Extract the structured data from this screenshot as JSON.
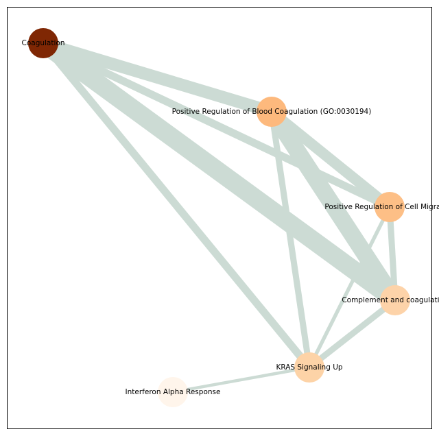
{
  "graph": {
    "edge_color": "#ccdbd4",
    "nodes": [
      {
        "id": "coagulation",
        "label": "Coagulation",
        "color": "#7f2704"
      },
      {
        "id": "pos-reg-blood-coag",
        "label": "Positive Regulation of Blood Coagulation (GO:0030194)",
        "color": "#fdb97d"
      },
      {
        "id": "pos-reg-cell-migration",
        "label": "Positive Regulation of Cell Migration",
        "color": "#fdbf86"
      },
      {
        "id": "complement-coag",
        "label": "Complement and coagulation",
        "color": "#fdd3a9"
      },
      {
        "id": "kras-signaling-up",
        "label": "KRAS Signaling Up",
        "color": "#fdd3a7"
      },
      {
        "id": "interferon-alpha",
        "label": "Interferon Alpha Response",
        "color": "#fff5eb"
      }
    ],
    "edges": [
      {
        "source": "coagulation",
        "target": "pos-reg-blood-coag",
        "weight": 4
      },
      {
        "source": "coagulation",
        "target": "pos-reg-cell-migration",
        "weight": 2.5
      },
      {
        "source": "coagulation",
        "target": "complement-coag",
        "weight": 6
      },
      {
        "source": "coagulation",
        "target": "kras-signaling-up",
        "weight": 2.5
      },
      {
        "source": "pos-reg-blood-coag",
        "target": "pos-reg-cell-migration",
        "weight": 3.5
      },
      {
        "source": "pos-reg-blood-coag",
        "target": "complement-coag",
        "weight": 5.5
      },
      {
        "source": "pos-reg-blood-coag",
        "target": "kras-signaling-up",
        "weight": 2
      },
      {
        "source": "pos-reg-cell-migration",
        "target": "complement-coag",
        "weight": 2
      },
      {
        "source": "pos-reg-cell-migration",
        "target": "kras-signaling-up",
        "weight": 1.2
      },
      {
        "source": "complement-coag",
        "target": "kras-signaling-up",
        "weight": 2
      },
      {
        "source": "kras-signaling-up",
        "target": "interferon-alpha",
        "weight": 1
      }
    ]
  }
}
